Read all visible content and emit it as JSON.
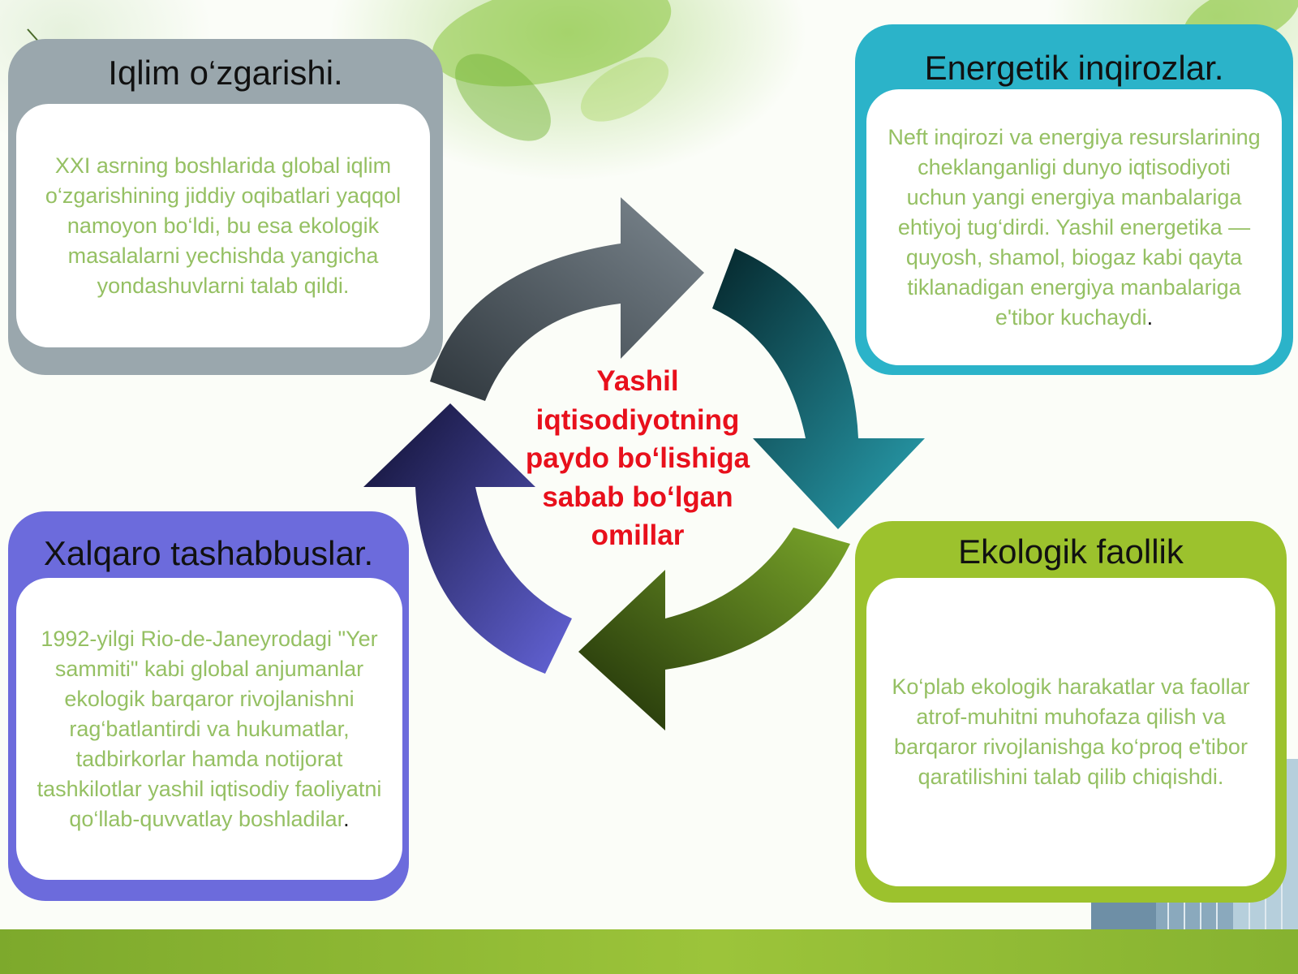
{
  "colors": {
    "card_climate": "#9aa7ad",
    "card_energy": "#2bb3c9",
    "card_international": "#6c6bdc",
    "card_ecological": "#9cc22d",
    "body_text": "#95c063",
    "center_text": "#e8101c",
    "arrow_top": "#5f6a72",
    "arrow_right": "#1a8a9a",
    "arrow_bottom": "#4f6b1e",
    "arrow_left": "#3a3a8c"
  },
  "center": {
    "title": "Yashil iqtisodiyotning paydo bo‘lishiga sabab bo‘lgan omillar"
  },
  "cards": {
    "climate": {
      "title": "Iqlim o‘zgarishi.",
      "body": "XXI asrning boshlarida global iqlim o‘zgarishining jiddiy oqibatlari yaqqol namoyon bo‘ldi, bu esa ekologik masalalarni yechishda yangicha yondashuvlarni talab qildi."
    },
    "energy": {
      "title": "Energetik inqirozlar.",
      "body": "Neft inqirozi va energiya resurslarining cheklanganligi dunyo iqtisodiyoti uchun yangi energiya manbalariga ehtiyoj tug‘dirdi. Yashil energetika — quyosh, shamol, biogaz kabi qayta tiklanadigan energiya manbalariga e'tibor kuchaydi",
      "trail": "."
    },
    "international": {
      "title": "Xalqaro tashabbuslar.",
      "body": "1992-yilgi Rio-de-Janeyrodagi \"Yer sammiti\" kabi global anjumanlar ekologik barqaror rivojlanishni rag‘batlantirdi va hukumatlar, tadbirkorlar hamda notijorat tashkilotlar yashil iqtisodiy faoliyatni qo‘llab-quvvatlay boshladilar",
      "trail": "."
    },
    "ecological": {
      "title": "Ekologik faollik",
      "body": "Ko‘plab ekologik harakatlar va faollar atrof-muhitni muhofaza qilish va barqaror rivojlanishga ko‘proq e'tibor qaratilishini talab qilib chiqishdi."
    }
  }
}
